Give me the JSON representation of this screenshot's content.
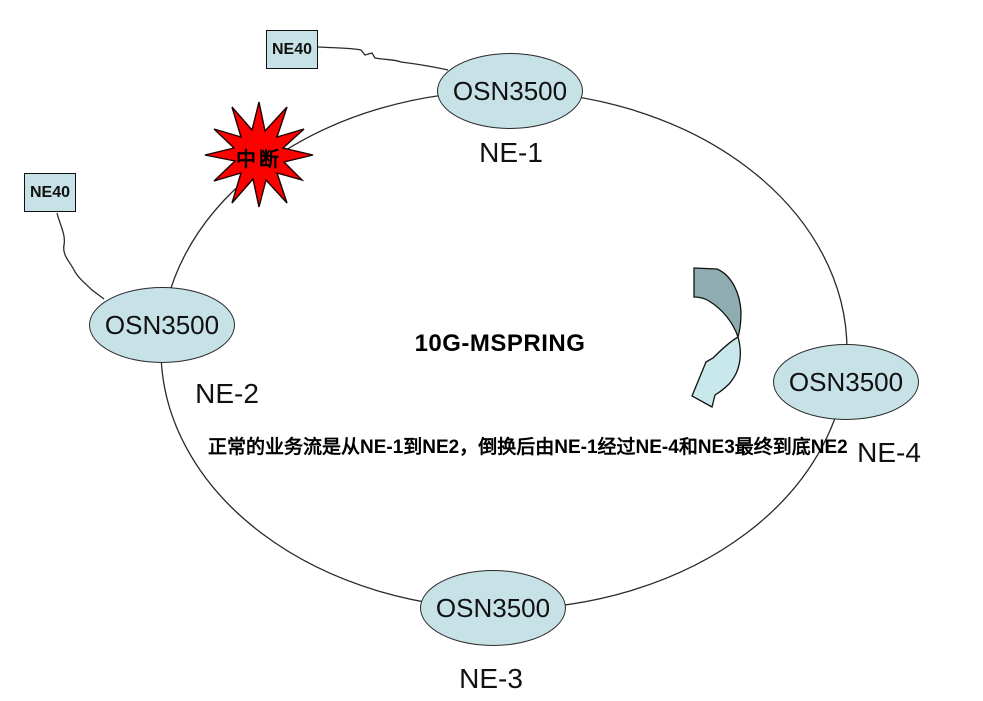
{
  "diagram": {
    "title": "10G-MSPRING",
    "note": "正常的业务流是从NE-1到NE2，倒换后由NE-1经过NE-4和NE3最终到底NE2",
    "break_label": "中断",
    "device_name": "OSN3500",
    "nodes": [
      {
        "device": "OSN3500",
        "label": "NE-1"
      },
      {
        "device": "OSN3500",
        "label": "NE-2"
      },
      {
        "device": "OSN3500",
        "label": "NE-3"
      },
      {
        "device": "OSN3500",
        "label": "NE-4"
      }
    ],
    "routers": [
      {
        "label": "NE40"
      },
      {
        "label": "NE40"
      }
    ],
    "colors": {
      "node_fill": "#c6e2e6",
      "line_stroke": "#2a2a2a",
      "burst_fill": "#fb0200",
      "burst_stroke": "#1a0000",
      "arrow_dark": "#8fadb0",
      "arrow_light": "#c9e8ec",
      "arrow_stroke": "#111111"
    }
  }
}
